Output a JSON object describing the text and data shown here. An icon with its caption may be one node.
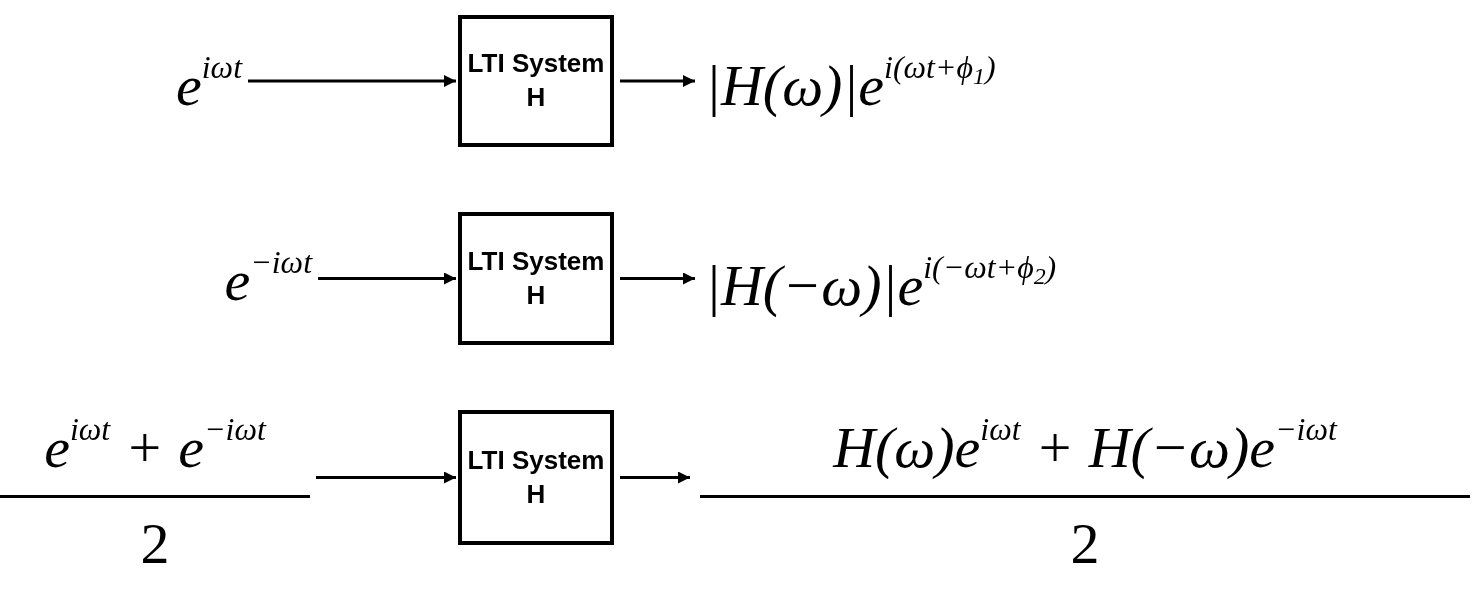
{
  "diagram": {
    "nodes": [
      {
        "text": [
          "e$^{iωt}$"
        ]
      },
      {
        "text": [
          "LTI System H"
        ]
      },
      {
        "text": [
          "|H(ω)|e$^{i(ωt+ϕ}$$_{1}$$^{)}$"
        ]
      },
      {
        "text": [
          "e$^{−iωt}$"
        ]
      },
      {
        "text": [
          "LTI System H"
        ]
      },
      {
        "text": [
          "|H(−ω)|e$^{i(−ωt+ϕ}$$_{2}$$^{)}$"
        ]
      },
      {
        "text": [
          "e$^{iωt}$ + e$^{−iωt}$",
          "2"
        ]
      },
      {
        "text": [
          "LTI System H"
        ]
      },
      {
        "text": [
          "H(ω)e$^{iωt}$ + H(−ω)e$^{−iωt}$",
          "2"
        ]
      }
    ],
    "edges": [
      {
        "from": 0,
        "to": 1,
        "arrow": "to"
      },
      {
        "from": 1,
        "to": 2,
        "arrow": "to"
      },
      {
        "from": 3,
        "to": 4,
        "arrow": "to"
      },
      {
        "from": 4,
        "to": 5,
        "arrow": "to"
      },
      {
        "from": 6,
        "to": 7,
        "arrow": "to"
      },
      {
        "from": 7,
        "to": 8,
        "arrow": "to"
      }
    ]
  }
}
